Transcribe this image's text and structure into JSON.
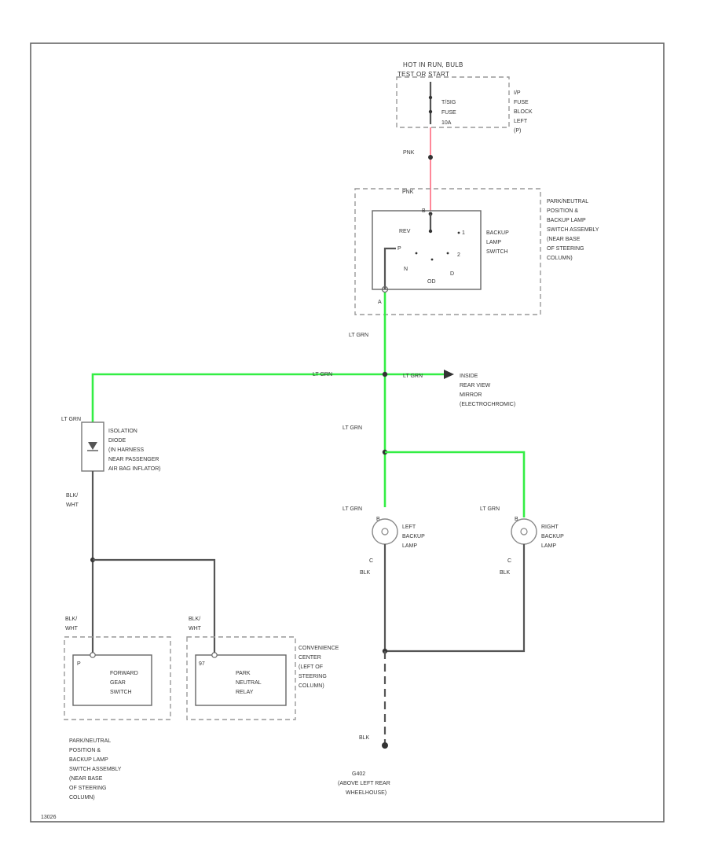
{
  "fuse": {
    "supply": [
      "HOT IN RUN, BULB",
      "TEST OR START"
    ],
    "fuse_name": [
      "T/SIG",
      "FUSE",
      "10A"
    ],
    "block": [
      "I/P",
      "FUSE",
      "BLOCK",
      "LEFT",
      "(P)"
    ]
  },
  "wires": {
    "pnk_1": "PNK",
    "pnk_2": "PNK",
    "lt_grn_switch_out": "LT GRN",
    "lt_grn_left_run": "LT GRN",
    "lt_grn_mirror_run": "LT GRN",
    "lt_grn_down": "LT GRN",
    "lt_grn_diode_in": "LT GRN",
    "lt_grn_left_lamp": "LT GRN",
    "lt_grn_right_lamp": "LT GRN",
    "blk_wht_diode_out": [
      "BLK/",
      "WHT"
    ],
    "blk_wht_fwd": [
      "BLK/",
      "WHT"
    ],
    "blk_wht_relay": [
      "BLK/",
      "WHT"
    ],
    "blk_left": "BLK",
    "blk_right": "BLK",
    "blk_ground": "BLK"
  },
  "switch_assembly": {
    "switch_name": [
      "BACKUP",
      "LAMP",
      "SWITCH"
    ],
    "gears": {
      "rev": "REV",
      "park": "P",
      "one": "1",
      "two": "2",
      "neutral": "N",
      "drive": "D",
      "od": "OD"
    },
    "pin_top": "B",
    "pin_bottom": "A",
    "location": [
      "PARK/NEUTRAL",
      "POSITION &",
      "BACKUP LAMP",
      "SWITCH ASSEMBLY",
      "(NEAR BASE",
      "OF STEERING",
      "COLUMN)"
    ]
  },
  "mirror": [
    "INSIDE",
    "REAR VIEW",
    "MIRROR",
    "(ELECTROCHROMIC)"
  ],
  "diode": [
    "ISOLATION",
    "DIODE",
    "(IN HARNESS",
    "NEAR PASSENGER",
    "AIR BAG INFLATOR)"
  ],
  "left_lamp": {
    "name": [
      "LEFT",
      "BACKUP",
      "LAMP"
    ],
    "pin_top": "B",
    "pin_bottom": "C"
  },
  "right_lamp": {
    "name": [
      "RIGHT",
      "BACKUP",
      "LAMP"
    ],
    "pin_top": "B",
    "pin_bottom": "C"
  },
  "forward_switch": {
    "name": [
      "FORWARD",
      "GEAR",
      "SWITCH"
    ],
    "pin": "P"
  },
  "relay": {
    "name": [
      "PARK",
      "NEUTRAL",
      "RELAY"
    ],
    "pin": "97"
  },
  "convenience_center": [
    "CONVENIENCE",
    "CENTER",
    "(LEFT OF",
    "STEERING",
    "COLUMN)"
  ],
  "bottom_assembly_note": [
    "PARK/NEUTRAL",
    "POSITION &",
    "BACKUP LAMP",
    "SWITCH ASSEMBLY",
    "(NEAR BASE",
    "OF STEERING",
    "COLUMN)"
  ],
  "ground": [
    "G402",
    "(ABOVE LEFT REAR",
    "WHEELHOUSE)"
  ],
  "figure_id": "13026",
  "colors": {
    "lt_grn": "#33ee44",
    "pnk": "#ff8899",
    "blk": "#555555"
  }
}
